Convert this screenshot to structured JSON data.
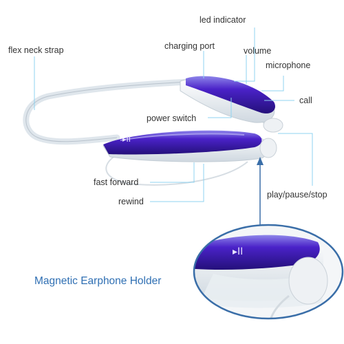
{
  "labels": {
    "led_indicator": "led indicator",
    "flex_neck_strap": "flex neck strap",
    "charging_port": "charging port",
    "volume": "volume",
    "microphone": "microphone",
    "call": "call",
    "power_switch": "power switch",
    "play_pause_stop": "play/pause/stop",
    "fast_forward": "fast forward",
    "rewind": "rewind"
  },
  "caption": "Magnetic Earphone Holder",
  "button_glyph": "▸II",
  "colors": {
    "leader_line": "#8fd3f0",
    "caption_text": "#2f6fb3",
    "connector_arrow": "#3a6ea8",
    "body_purple": "#3b16b4",
    "body_white": "#e8eef4"
  }
}
